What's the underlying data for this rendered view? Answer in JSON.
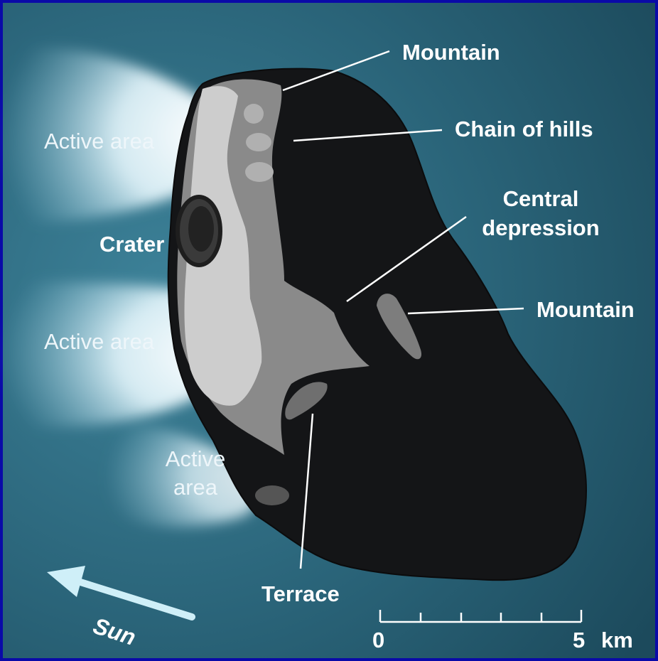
{
  "colors": {
    "frame": "#0a0aa8",
    "background": "#2f6f86",
    "nucleus": "#151618",
    "terrain_light": "#cfcfcf",
    "terrain_mid": "#8b8b8b",
    "jet": "#e8f8ff",
    "text": "#ffffff"
  },
  "labels": {
    "mountain_top": "Mountain",
    "chain_of_hills": "Chain of hills",
    "central_depression_1": "Central",
    "central_depression_2": "depression",
    "mountain_right": "Mountain",
    "active_area_top": "Active area",
    "crater": "Crater",
    "active_area_middle": "Active area",
    "active_area_bottom_1": "Active",
    "active_area_bottom_2": "area",
    "terrace": "Terrace",
    "sun": "Sun"
  },
  "scale_bar": {
    "start_label": "0",
    "end_label": "5",
    "unit": "km"
  },
  "icons": {
    "sun_direction": "arrow-up-left-icon"
  }
}
